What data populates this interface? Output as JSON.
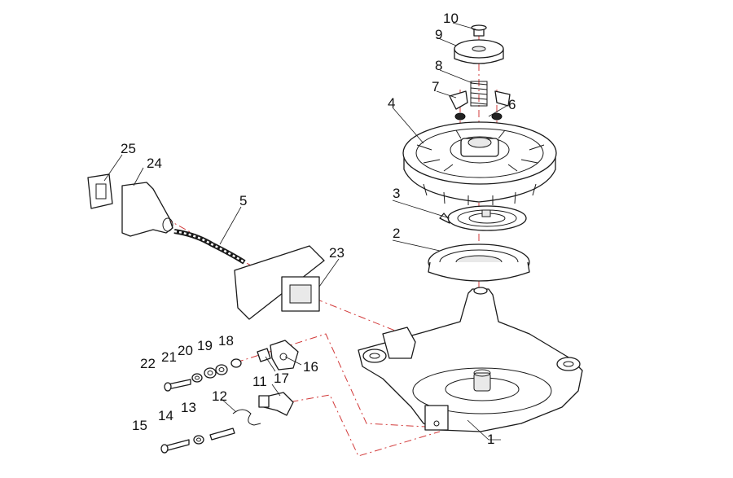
{
  "callouts": [
    {
      "id": "1",
      "text": "1"
    },
    {
      "id": "2",
      "text": "2"
    },
    {
      "id": "3",
      "text": "3"
    },
    {
      "id": "4",
      "text": "4"
    },
    {
      "id": "5",
      "text": "5"
    },
    {
      "id": "6",
      "text": "6"
    },
    {
      "id": "7",
      "text": "7"
    },
    {
      "id": "8",
      "text": "8"
    },
    {
      "id": "9",
      "text": "9"
    },
    {
      "id": "10",
      "text": "10"
    },
    {
      "id": "11",
      "text": "11"
    },
    {
      "id": "12",
      "text": "12"
    },
    {
      "id": "13",
      "text": "13"
    },
    {
      "id": "14",
      "text": "14"
    },
    {
      "id": "15",
      "text": "15"
    },
    {
      "id": "16",
      "text": "16"
    },
    {
      "id": "17",
      "text": "17"
    },
    {
      "id": "18",
      "text": "18"
    },
    {
      "id": "19",
      "text": "19"
    },
    {
      "id": "20",
      "text": "20"
    },
    {
      "id": "21",
      "text": "21"
    },
    {
      "id": "22",
      "text": "22"
    },
    {
      "id": "23",
      "text": "23"
    },
    {
      "id": "24",
      "text": "24"
    },
    {
      "id": "25",
      "text": "25"
    }
  ],
  "colors": {
    "line": "#1a1a1a",
    "axis": "#d23a3a",
    "background": "#ffffff"
  }
}
